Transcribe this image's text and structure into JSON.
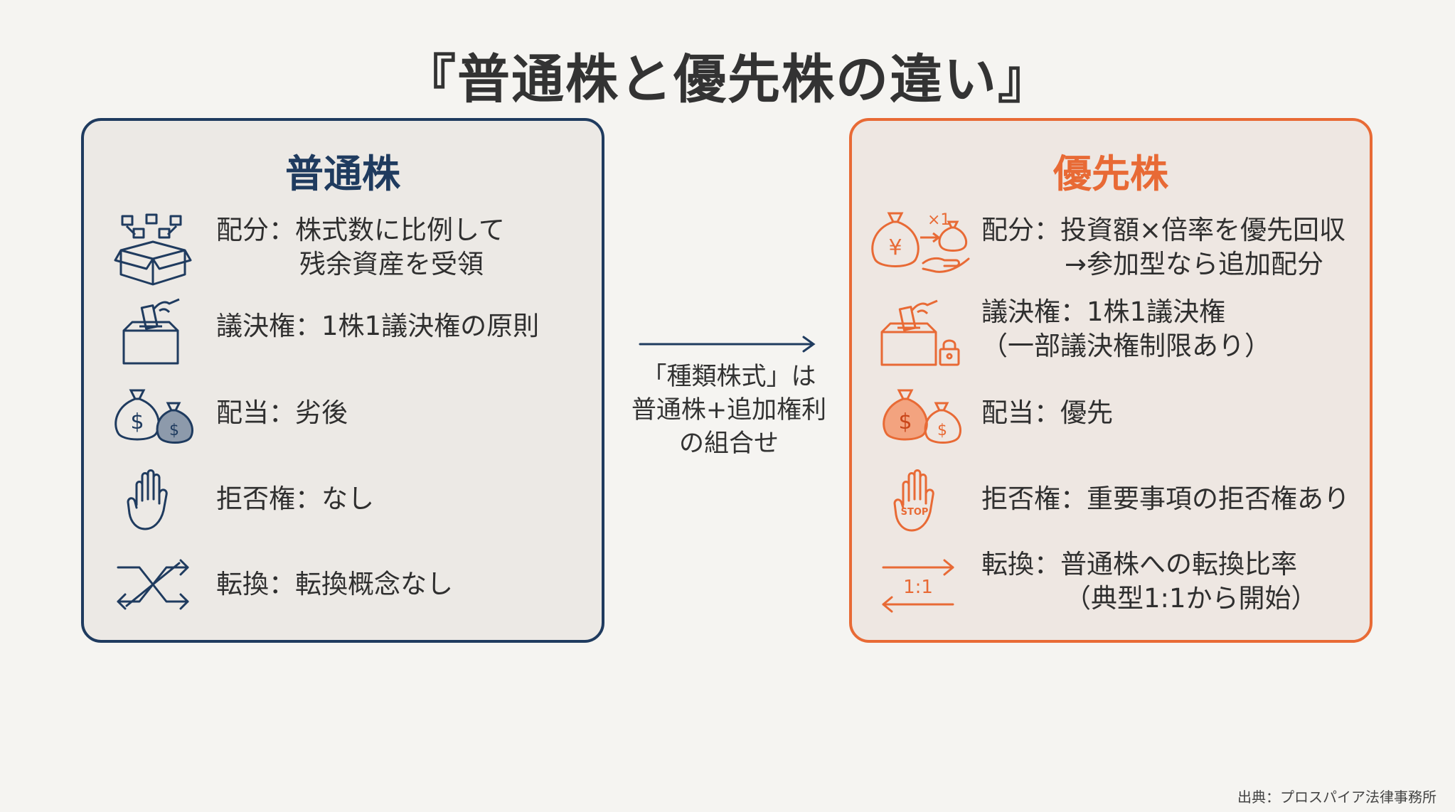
{
  "title": "『普通株と優先株の違い』",
  "left": {
    "heading": "普通株",
    "rows": [
      {
        "icon": "open-box-icon",
        "line1": "配分：株式数に比例して",
        "line2": "残余資産を受領"
      },
      {
        "icon": "ballot-box-icon",
        "line1": "議決権：1株1議決権の原則",
        "line2": ""
      },
      {
        "icon": "money-bags-icon",
        "line1": "配当：劣後",
        "line2": ""
      },
      {
        "icon": "raised-hand-icon",
        "line1": "拒否権：なし",
        "line2": ""
      },
      {
        "icon": "crossed-arrows-icon",
        "line1": "転換：転換概念なし",
        "line2": ""
      }
    ]
  },
  "right": {
    "heading": "優先株",
    "rows": [
      {
        "icon": "yen-bag-multiplier-icon",
        "line1": "配分：投資額×倍率を優先回収",
        "line2": "→参加型なら追加配分"
      },
      {
        "icon": "ballot-box-lock-icon",
        "line1": "議決権：1株1議決権",
        "line2": "（一部議決権制限あり）"
      },
      {
        "icon": "money-bags-icon",
        "line1": "配当：優先",
        "line2": ""
      },
      {
        "icon": "stop-hand-icon",
        "line1": "拒否権：重要事項の拒否権あり",
        "line2": ""
      },
      {
        "icon": "exchange-arrows-icon",
        "line1": "転換：普通株への転換比率",
        "line2": "（典型1:1から開始）"
      }
    ],
    "icon_labels": {
      "multiplier": "×1",
      "yen": "¥",
      "stop": "STOP",
      "ratio": "1:1",
      "dollar": "$"
    }
  },
  "center": {
    "line1": "「種類株式」は",
    "line2": "普通株+追加権利",
    "line3": "の組合せ"
  },
  "source": "出典：プロスパイア法律事務所",
  "colors": {
    "navy": "#1f3b5f",
    "orange": "#e86a35",
    "background": "#f5f4f1"
  }
}
